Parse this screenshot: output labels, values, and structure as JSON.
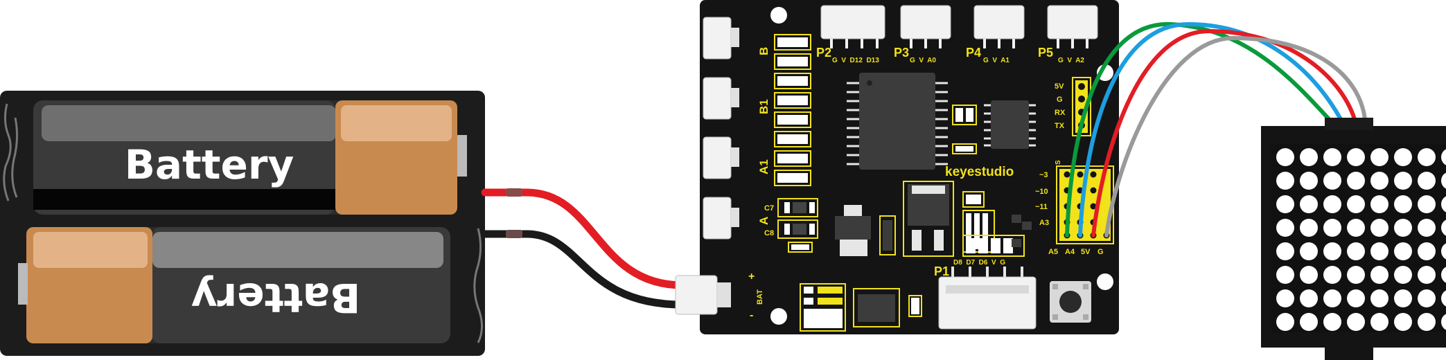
{
  "battery": {
    "top_label": "Battery",
    "bottom_label": "Battery"
  },
  "board": {
    "brand": "keyestudio",
    "ports": {
      "P2": {
        "name": "P2",
        "pins": "G  V  D12  D13"
      },
      "P3": {
        "name": "P3",
        "pins": "G  V  A0"
      },
      "P4": {
        "name": "P4",
        "pins": "G  V  A1"
      },
      "P5": {
        "name": "P5",
        "pins": "G  V  A2"
      },
      "P1": {
        "name": "P1",
        "pins": "D8  D7  D6  V  G"
      }
    },
    "motor_labels": [
      "B",
      "B1",
      "A1",
      "A"
    ],
    "cap_labels": [
      "C7",
      "C8"
    ],
    "serial_labels": [
      "5V",
      "G",
      "RX",
      "TX"
    ],
    "pwm_labels": [
      "S",
      "~3",
      "~10",
      "~11",
      "A3"
    ],
    "i2c_labels": [
      "A5",
      "A4",
      "5V",
      "G"
    ],
    "power": {
      "label": "BAT",
      "plus": "+",
      "minus": "-"
    }
  },
  "colors": {
    "board": "#141414",
    "silk": "#f2e21a",
    "wire_red": "#e31d24",
    "wire_black": "#1a1a1a",
    "wire_green": "#0a9a3c",
    "wire_blue": "#1d9ee0",
    "wire_gray": "#9a9a9a",
    "battery_copper": "#c98a4f"
  },
  "matrix": {
    "rows": 8,
    "cols": 8
  }
}
